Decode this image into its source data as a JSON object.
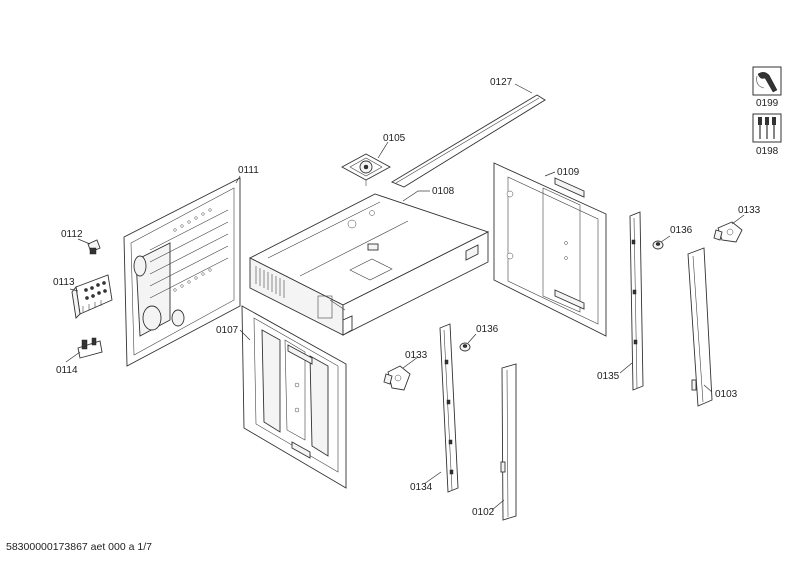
{
  "labels": {
    "p0127": "0127",
    "p0105": "0105",
    "p0108": "0108",
    "p0109": "0109",
    "p0111": "0111",
    "p0112": "0112",
    "p0113": "0113",
    "p0114": "0114",
    "p0107": "0107",
    "p0133a": "0133",
    "p0136a": "0136",
    "p0134": "0134",
    "p0102": "0102",
    "p0135": "0135",
    "p0136b": "0136",
    "p0133b": "0133",
    "p0103": "0103",
    "p0199": "0199",
    "p0198": "0198"
  },
  "footer": "58300000173867 aet 000 a 1/7",
  "icons": {
    "p0199": "wrench-tool-icon",
    "p0198": "screwdriver-set-icon"
  }
}
